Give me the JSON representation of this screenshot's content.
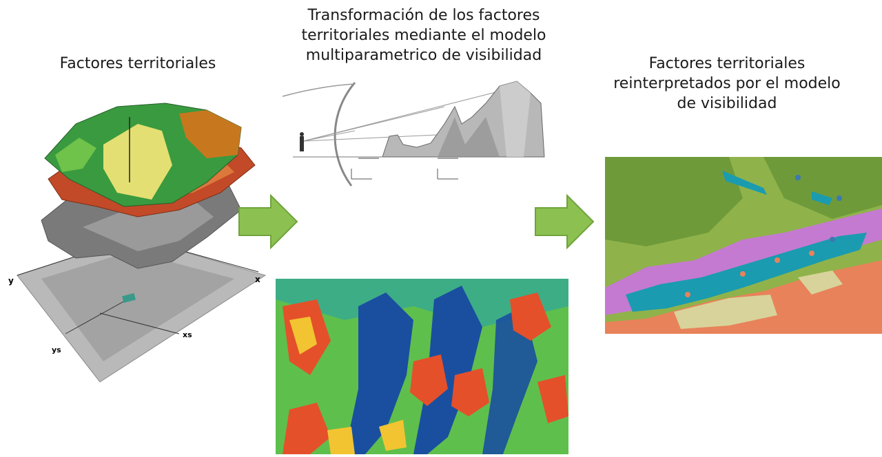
{
  "captions": {
    "left": "Factores territoriales",
    "center": "Transformación de los factores\nterritoriales mediante el modelo\nmultiparametrico de visibilidad",
    "right": "Factores territoriales\nreinterpretados por el modelo\nde visibilidad"
  },
  "axis_labels": {
    "x": "x",
    "y": "y",
    "xs": "xs",
    "ys": "ys"
  },
  "colors": {
    "arrow_fill": "#8cc152",
    "arrow_stroke": "#6fa33a",
    "terrain_green": "#3a9a3f",
    "terrain_yellow": "#e4df72",
    "terrain_orange": "#c7781f",
    "heat_blue": "#1a4fa0",
    "heat_green": "#5fbf4c",
    "heat_red": "#e4502a",
    "map_green": "#8fb34a",
    "map_purple": "#c47ad0",
    "map_teal": "#1a9bb0",
    "map_orange": "#e8825a",
    "map_beige": "#d8d39a"
  },
  "icons": [
    "arrow-right-icon",
    "arrow-right-icon"
  ]
}
